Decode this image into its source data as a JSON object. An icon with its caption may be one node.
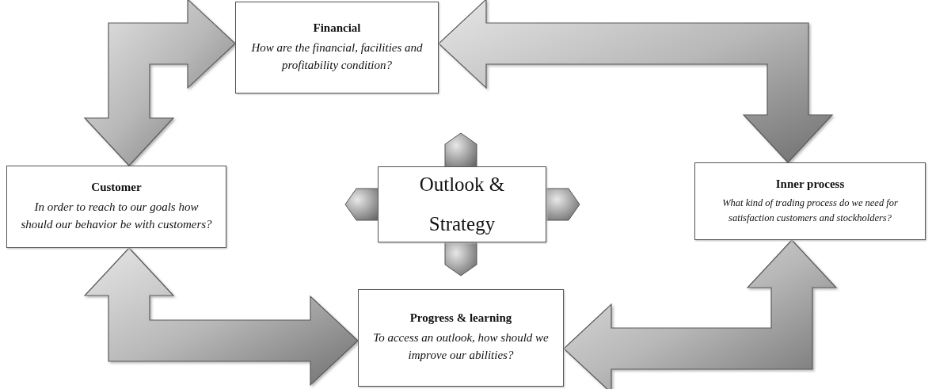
{
  "diagram": {
    "nodes": [
      {
        "text": [
          "Financial",
          "How are the financial, facilities and profitability condition?"
        ]
      },
      {
        "text": [
          "Customer",
          "In order to reach to our goals how should our behavior be with customers?"
        ]
      },
      {
        "text": [
          "Outlook & Strategy"
        ]
      },
      {
        "text": [
          "Inner process",
          "What kind of trading process do we need for satisfaction customers and stockholders?"
        ]
      },
      {
        "text": [
          "Progress & learning",
          "To access an outlook, how should we improve our abilities?"
        ]
      }
    ],
    "edges": [
      {
        "from": 1,
        "to": 0,
        "arrow": "both",
        "style": "thick"
      },
      {
        "from": 0,
        "to": 3,
        "arrow": "both",
        "style": "thick"
      },
      {
        "from": 3,
        "to": 4,
        "arrow": "both",
        "style": "thick"
      },
      {
        "from": 4,
        "to": 1,
        "arrow": "both",
        "style": "thick"
      }
    ]
  }
}
